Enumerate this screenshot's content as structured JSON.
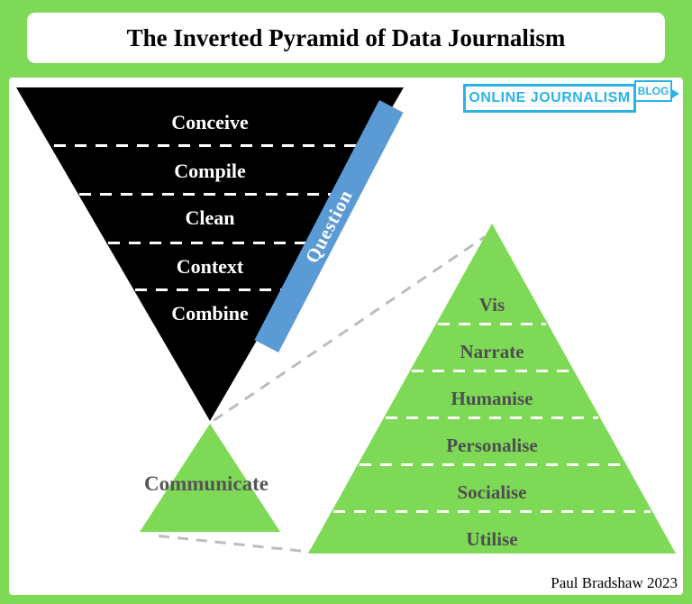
{
  "header": {
    "title": "The Inverted Pyramid of Data Journalism"
  },
  "logo": {
    "main": "ONLINE JOURNALISM",
    "badge": "BLOG"
  },
  "inverted_pyramid": {
    "levels": [
      "Conceive",
      "Compile",
      "Clean",
      "Context",
      "Combine"
    ]
  },
  "question_bar": {
    "label": "Question"
  },
  "communicate_label": "Communicate",
  "pyramid": {
    "levels": [
      "Vis",
      "Narrate",
      "Humanise",
      "Personalise",
      "Socialise",
      "Utilise"
    ]
  },
  "attribution": "Paul Bradshaw 2023",
  "colors": {
    "frame_green": "#7ed957",
    "pyramid_black": "#000000",
    "question_blue": "#5b9bd5",
    "logo_blue": "#2bb3e8",
    "label_dark": "#4e4e4e",
    "connector_gray": "#bdbdbd"
  }
}
